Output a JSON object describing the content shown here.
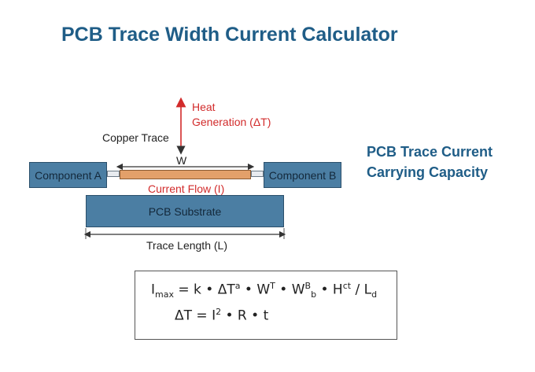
{
  "title": "PCB Trace Width Current Calculator",
  "side_heading": {
    "line1": "PCB Trace Current",
    "line2": "Carrying Capacity"
  },
  "diagram": {
    "heat_line1": "Heat",
    "heat_line2": "Generation (ΔT)",
    "copper_trace": "Copper Trace",
    "width_symbol": "W",
    "component_a": "Component A",
    "component_b": "Component B",
    "current_flow": "Current Flow (I)",
    "substrate": "PCB Substrate",
    "trace_length": "Trace Length (L)"
  },
  "formula": {
    "line1": {
      "I": "I",
      "max": "max",
      "eq": " = k • ΔT",
      "a": "a",
      "mid1": " • W",
      "T": "T",
      "mid2": " • W",
      "B": "B",
      "b": "b",
      "mid3": " • H",
      "ct": "ct",
      "mid4": " / L",
      "d": "d"
    },
    "line2": {
      "lhs": "ΔT = I",
      "sq": "2",
      "rhs": " • R • t"
    }
  },
  "colors": {
    "title": "#1f5d87",
    "box_fill": "#4b7ea3",
    "trace": "#e3a06a",
    "heat": "#d22b2b"
  },
  "icons": {
    "heat_arrow": "up-down-arrow",
    "width_dimension": "double-arrow",
    "length_dimension": "double-arrow"
  }
}
